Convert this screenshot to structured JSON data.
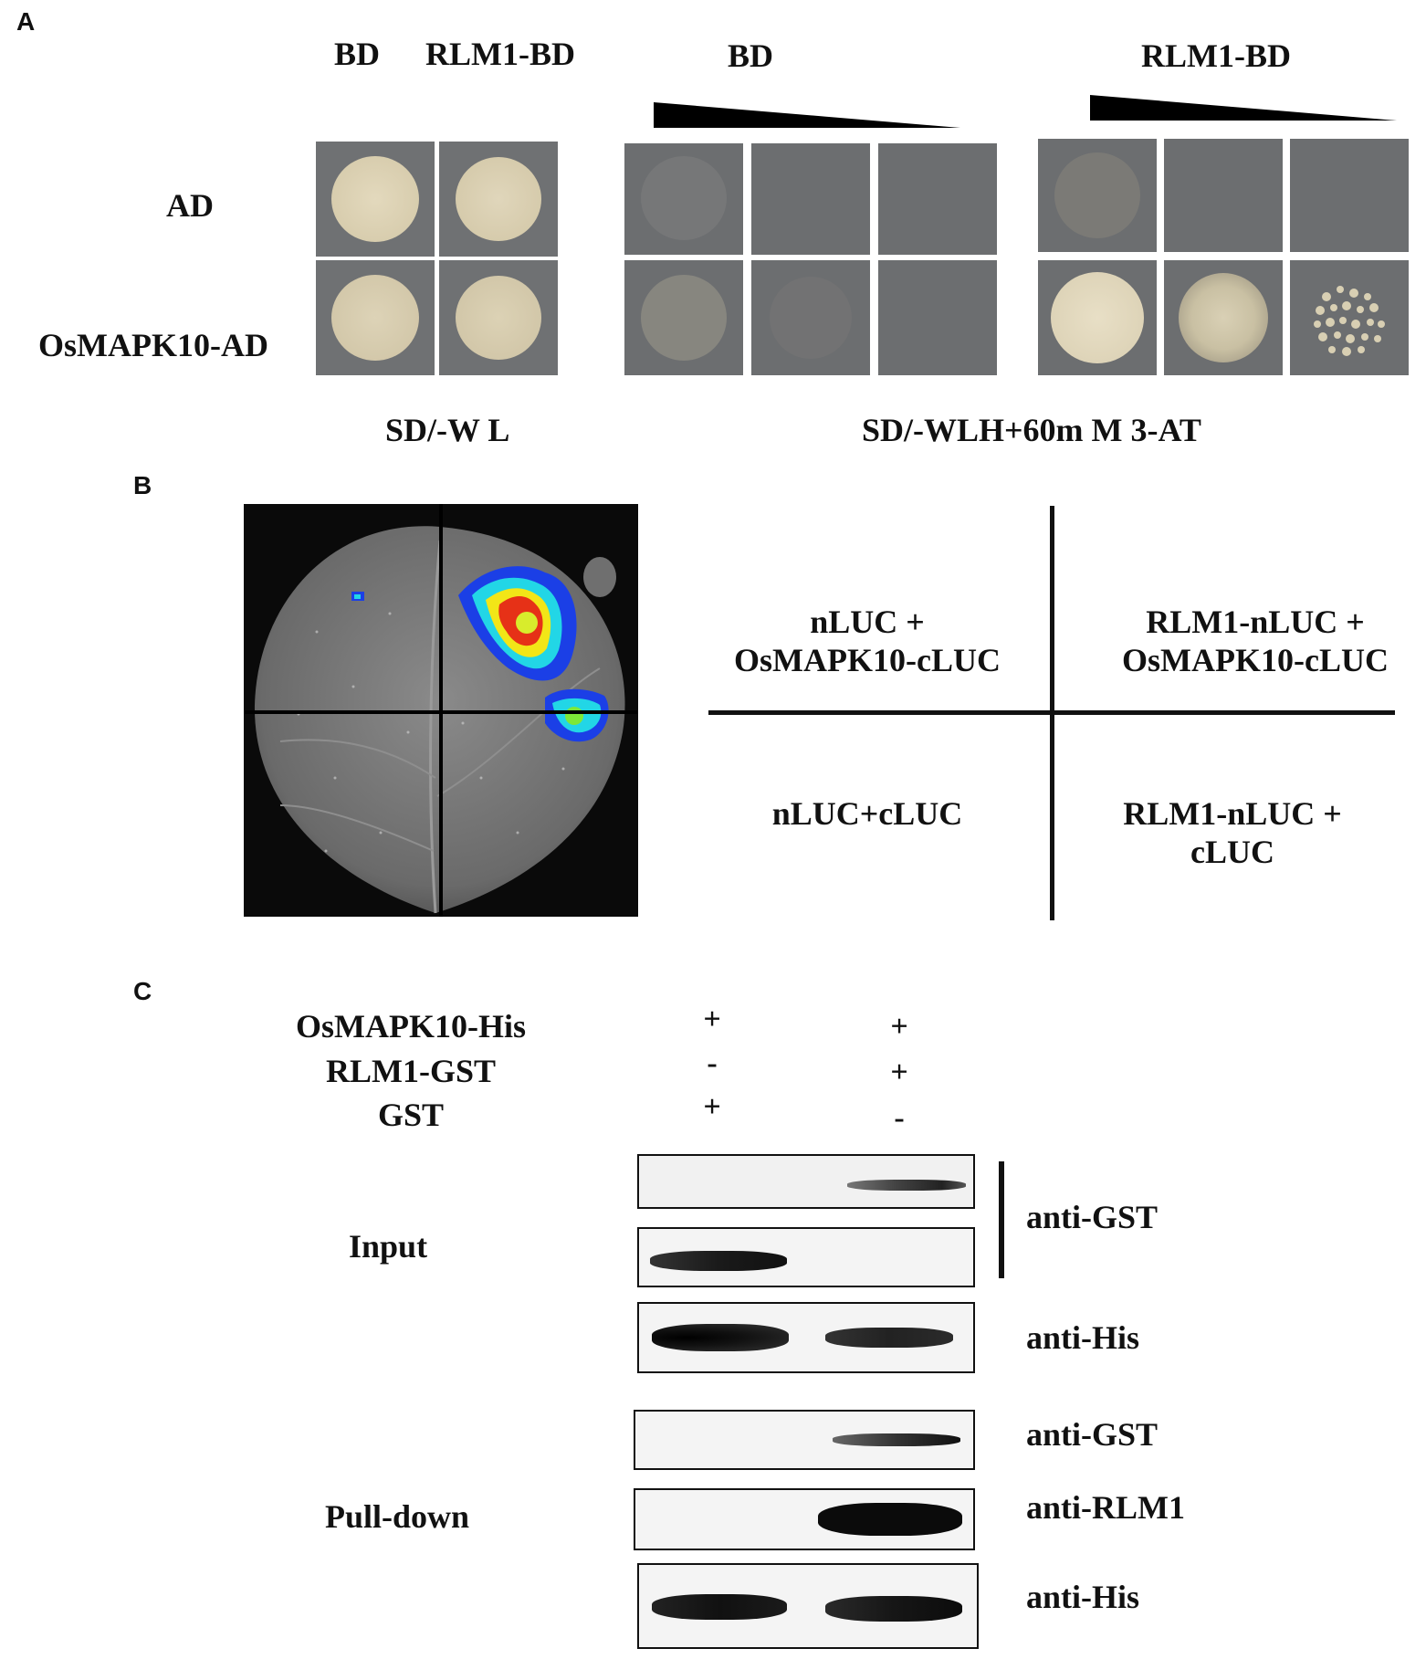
{
  "panel_a": {
    "letter": "A",
    "col_bd": "BD",
    "col_rlm1_bd": "RLM1-BD",
    "group_bd": "BD",
    "group_rlm1_bd": "RLM1-BD",
    "row_ad": "AD",
    "row_osmapk10_ad": "OsMAPK10-AD",
    "medium_left": "SD/-W L",
    "medium_right": "SD/-WLH+60m M 3-AT"
  },
  "panel_b": {
    "letter": "B",
    "top_left": [
      "nLUC +",
      "OsMAPK10-cLUC"
    ],
    "top_right": [
      "RLM1-nLUC +",
      "OsMAPK10-cLUC"
    ],
    "bottom_left": [
      "nLUC+cLUC"
    ],
    "bottom_right": [
      "RLM1-nLUC +",
      "cLUC"
    ]
  },
  "panel_c": {
    "letter": "C",
    "rows": [
      {
        "label": "OsMAPK10-His",
        "lane1": "+",
        "lane2": "+"
      },
      {
        "label": "RLM1-GST",
        "lane1": "-",
        "lane2": "+"
      },
      {
        "label": "GST",
        "lane1": "+",
        "lane2": "-"
      }
    ],
    "input_label": "Input",
    "pulldown_label": "Pull-down",
    "antibodies": {
      "input_gst": "anti-GST",
      "input_his": "anti-His",
      "pd_gst": "anti-GST",
      "pd_rlm1": "anti-RLM1",
      "pd_his": "anti-His"
    }
  }
}
